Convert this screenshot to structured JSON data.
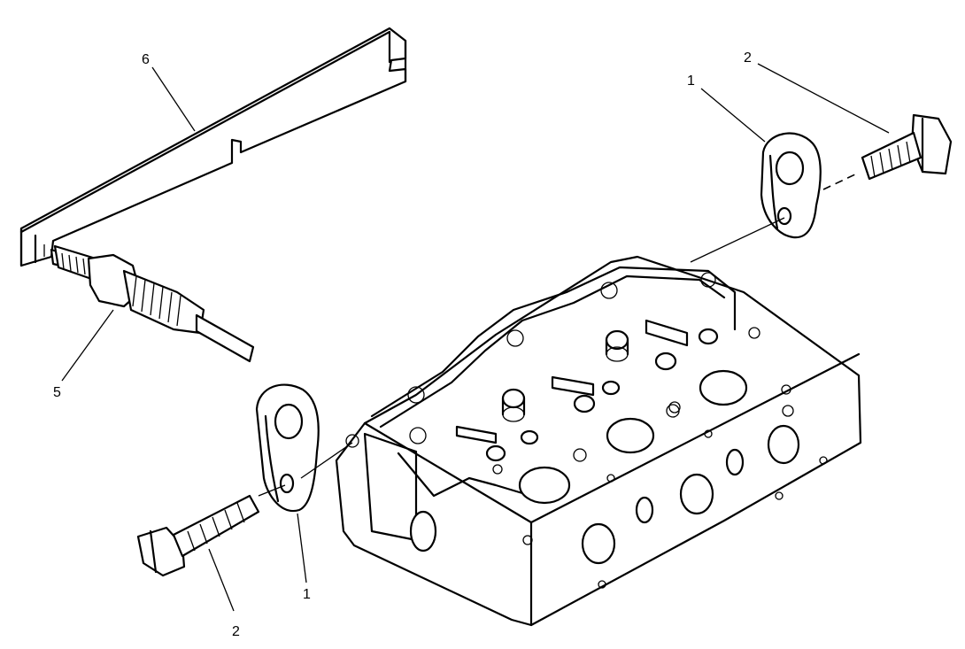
{
  "callouts": [
    {
      "id": "6",
      "label": "6"
    },
    {
      "id": "5",
      "label": "5"
    },
    {
      "id": "1-top",
      "label": "1"
    },
    {
      "id": "2-top",
      "label": "2"
    },
    {
      "id": "1-bottom",
      "label": "1"
    },
    {
      "id": "2-bottom",
      "label": "2"
    }
  ]
}
